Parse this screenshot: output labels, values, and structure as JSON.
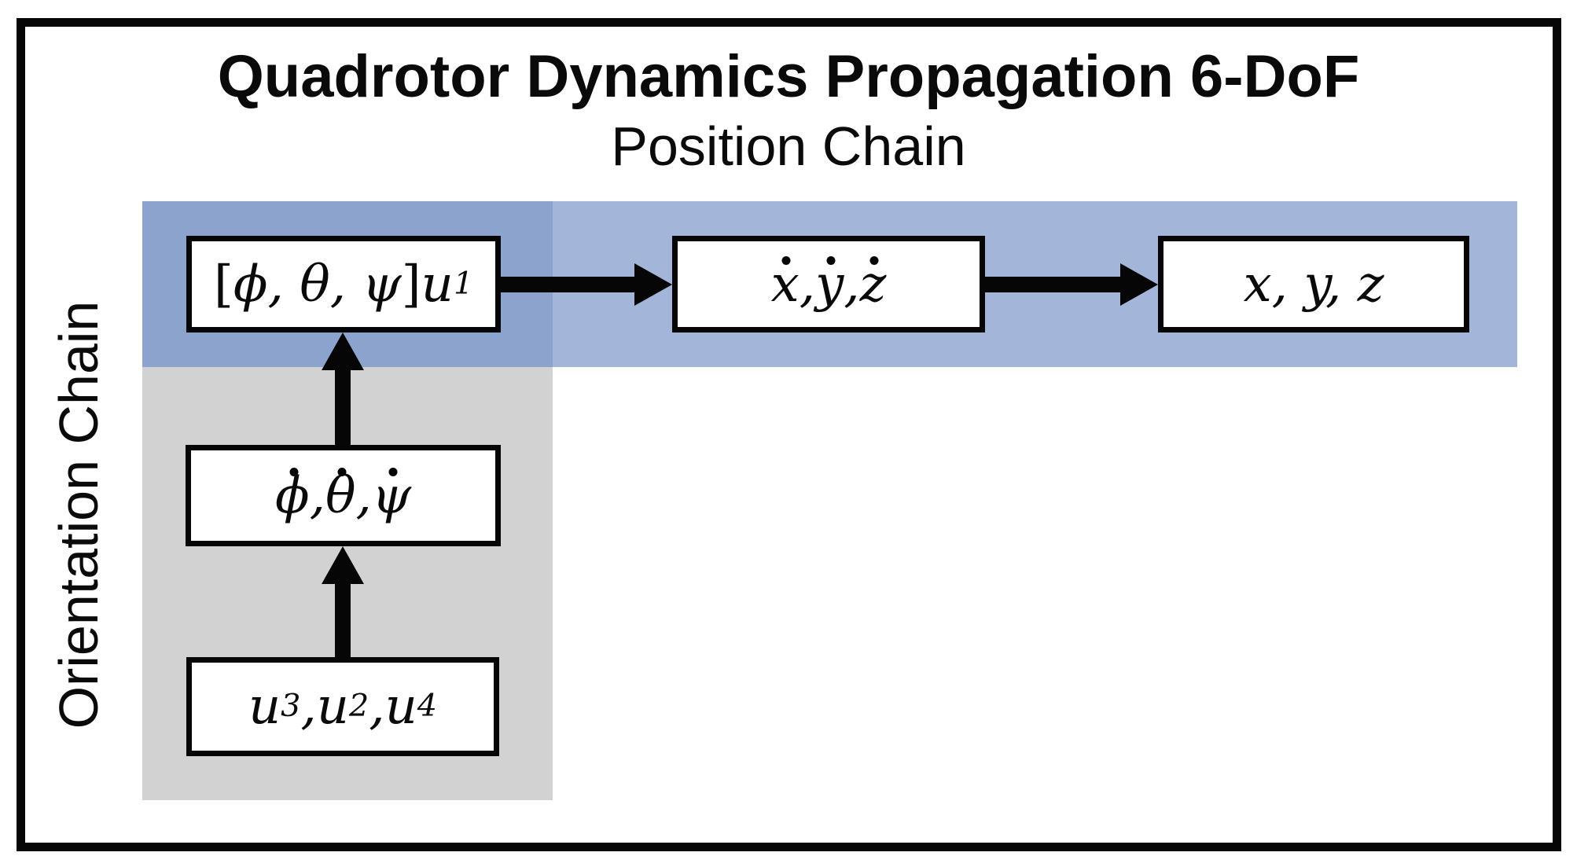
{
  "diagram": {
    "title": "Quadrotor Dynamics Propagation 6-DoF",
    "position_chain_label": "Position Chain",
    "orientation_chain_label": "Orientation Chain",
    "colors": {
      "position_band": "#a3b6d9",
      "overlap_band": "#8ca3cd",
      "orientation_band": "#d2d2d2",
      "node_fill": "#ffffff",
      "line_color": "#060606"
    },
    "nodes": {
      "attitude_thrust": {
        "tokens": [
          {
            "t": "[",
            "up": true
          },
          {
            "t": "ϕ, θ, ψ"
          },
          {
            "t": "]",
            "up": true
          },
          {
            "t": " u"
          },
          {
            "t": "1",
            "sub": true
          }
        ]
      },
      "velocity": {
        "tokens": [
          {
            "t": "x",
            "dot": true
          },
          {
            "t": ", "
          },
          {
            "t": "y",
            "dot": true
          },
          {
            "t": ", "
          },
          {
            "t": "z",
            "dot": true
          }
        ]
      },
      "position": {
        "tokens": [
          {
            "t": "x, y, z"
          }
        ]
      },
      "angular_rates": {
        "tokens": [
          {
            "t": "ϕ",
            "dot": true
          },
          {
            "t": ", "
          },
          {
            "t": "θ",
            "dot": true
          },
          {
            "t": ", "
          },
          {
            "t": "ψ",
            "dot": true
          }
        ]
      },
      "control_inputs": {
        "tokens": [
          {
            "t": "u"
          },
          {
            "t": "3",
            "sub": true
          },
          {
            "t": ", "
          },
          {
            "t": "u"
          },
          {
            "t": "2",
            "sub": true
          },
          {
            "t": ", "
          },
          {
            "t": "u"
          },
          {
            "t": "4",
            "sub": true
          }
        ]
      }
    }
  }
}
